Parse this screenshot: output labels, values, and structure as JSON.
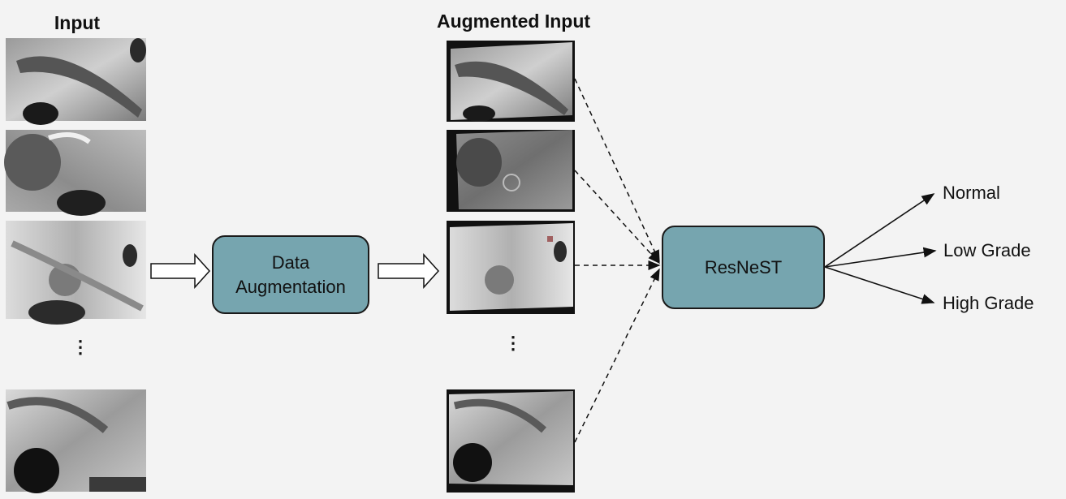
{
  "input_title": "Input",
  "augmented_title": "Augmented Input",
  "augmentation_box": {
    "line1": "Data",
    "line2": "Augmentation"
  },
  "model_box": {
    "label": "ResNeST"
  },
  "outputs": [
    "Normal",
    "Low Grade",
    "High Grade"
  ],
  "ellipsis": "⋮",
  "colors": {
    "box_fill": "#76a5af",
    "background": "#f3f3f3",
    "stroke": "#111111"
  }
}
